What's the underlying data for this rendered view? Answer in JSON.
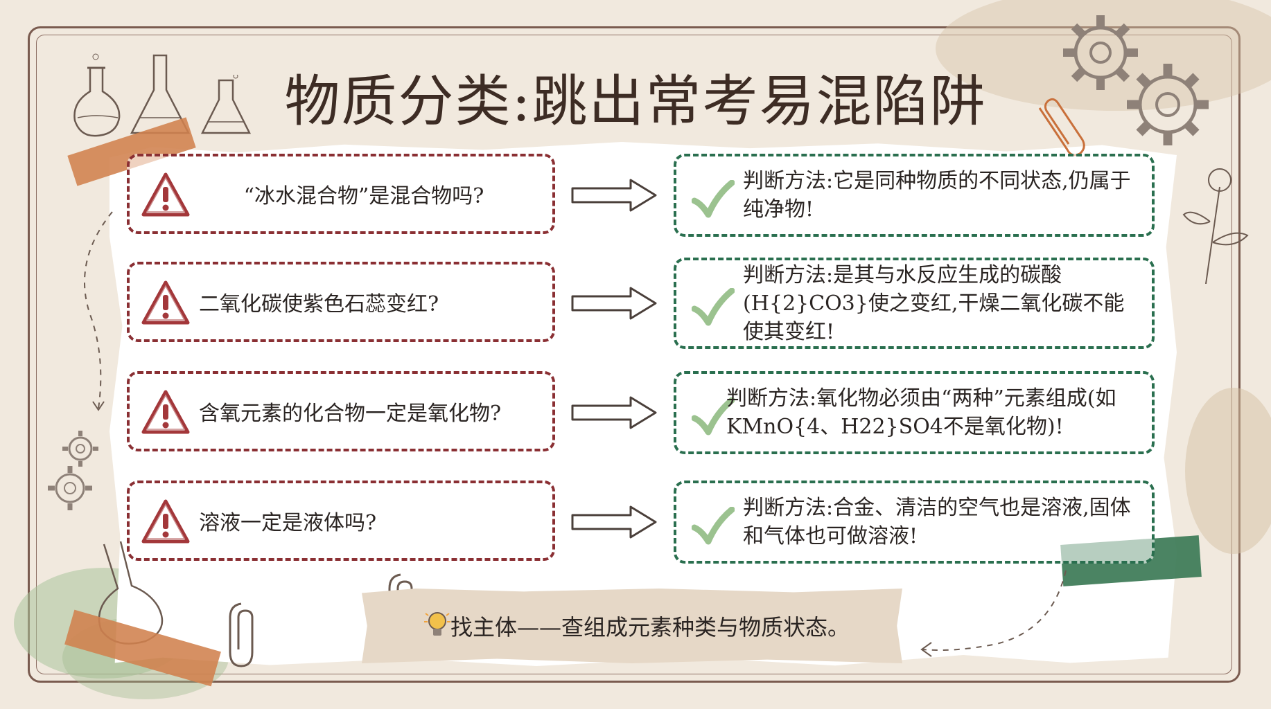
{
  "title": "物质分类:跳出常考易混陷阱",
  "rows": [
    {
      "question": "“冰水混合物”是混合物吗?",
      "answer": "判断方法:它是同种物质的不同状态,仍属于纯净物!"
    },
    {
      "question": "二氧化碳使紫色石蕊变红?",
      "answer": "判断方法:是其与水反应生成的碳酸(H{2}CO3}使之变红,干燥二氧化碳不能使其变红!"
    },
    {
      "question": "含氧元素的化合物一定是氧化物?",
      "answer": "判断方法:氧化物必须由“两种”元素组成(如KMnO{4、H22}SO4不是氧化物)!"
    },
    {
      "question": "溶液一定是液体吗?",
      "answer": "判断方法:合金、清洁的空气也是溶液,固体和气体也可做溶液!"
    }
  ],
  "footer": "找主体——查组成元素种类与物质状态。",
  "icons": {
    "question": "warning-triangle-icon",
    "answer": "check-mark-icon",
    "connector": "right-arrow-icon",
    "tip": "light-bulb-icon"
  },
  "colors": {
    "question_border": "#8a2f33",
    "answer_border": "#2a6f4f",
    "check": "#9bc28f",
    "background": "#f1e9de",
    "title": "#3d2c24"
  }
}
